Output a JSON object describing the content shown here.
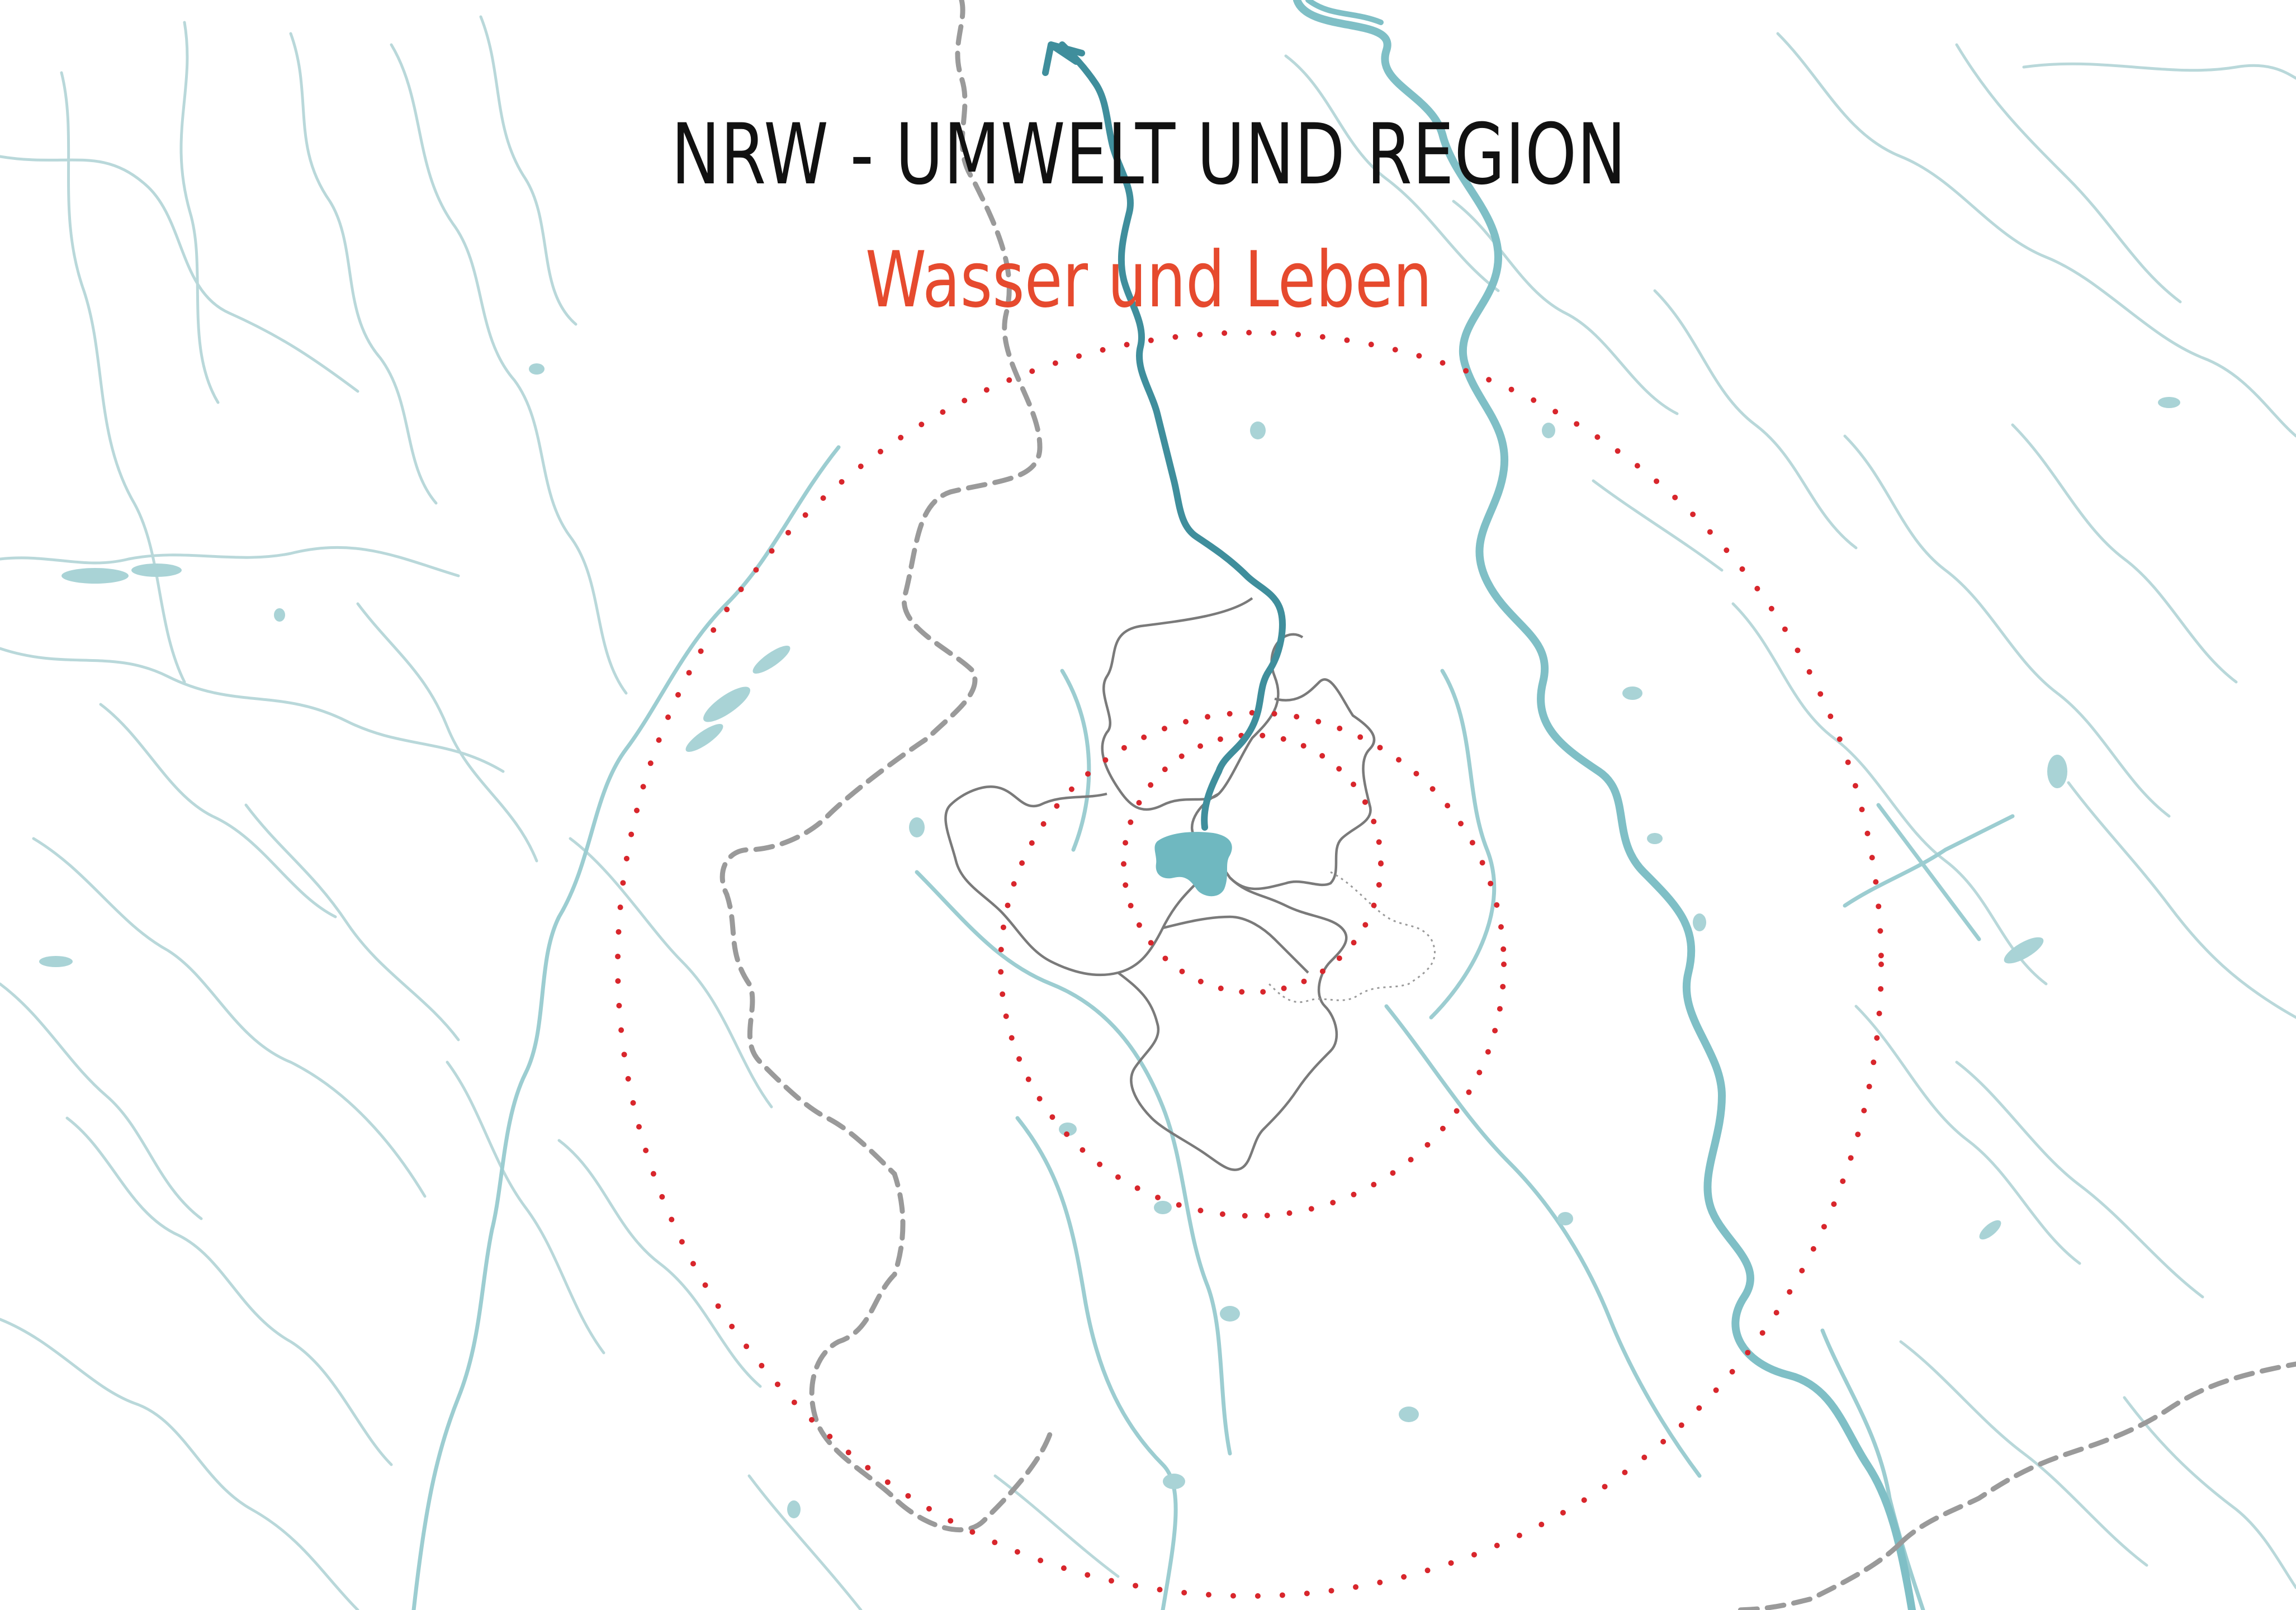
{
  "header": {
    "title": "NRW - UMWELT UND REGION",
    "subtitle": "Wasser und Leben"
  },
  "colors": {
    "title": "#111111",
    "subtitle": "#e64a2e",
    "rings": "#d8262c",
    "river_highlight": "#3f8e9c",
    "lake": "#6fb8c0",
    "rivers": "#9ccdd1",
    "borders": "#9a9a9a",
    "municipalities": "#7a7a7a"
  },
  "map": {
    "ring_style": "dotted",
    "border_style": "dashed",
    "focus_feature": "lake-icon",
    "arrow": "arrow-up-icon"
  }
}
